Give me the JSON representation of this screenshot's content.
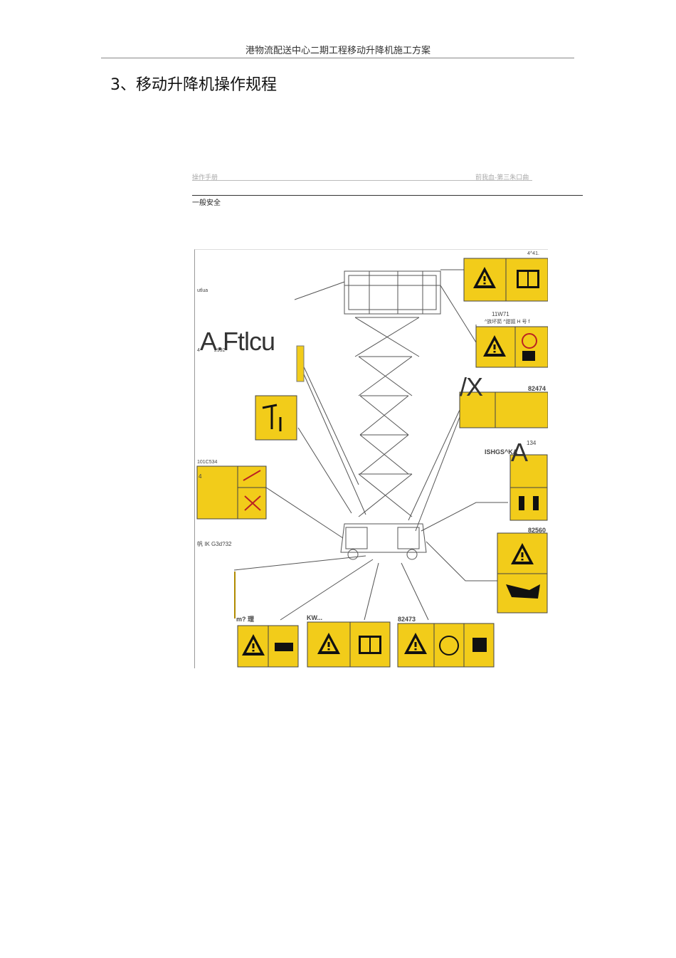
{
  "header": {
    "title": "港物流配送中心二期工程移动升降机施工方案"
  },
  "section": {
    "heading": "3、移动升降机操作规程"
  },
  "subheader": {
    "left": "操作手册",
    "right": "前我血-第三朱口曲",
    "section": "一般安全"
  },
  "figure": {
    "labels": {
      "top_right": "4^41.",
      "utlua": "utlua",
      "code_11w71": "11W71",
      "row_11w71": "^族坏箭 ^甜謳 H 号 f",
      "big_left": "A.Ftlcu",
      "small_left": "4",
      "small_left_code": "2992",
      "big_x": "/X",
      "code_82474": "82474",
      "code_134": "134",
      "code_ishgs": "ISHGS^KA",
      "big_a": "A",
      "code_101": "101C534",
      "code_4": "4",
      "code_82560": "82560",
      "code_ik": "帆 IK G3d?32",
      "code_m": "m? 理",
      "code_kw": "KW...",
      "code_82473": "82473"
    }
  }
}
